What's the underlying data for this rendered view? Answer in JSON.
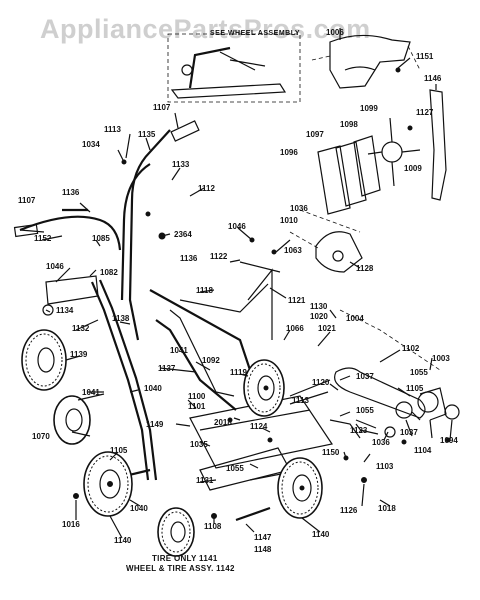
{
  "watermark": "AppliancePartsPros.com",
  "inset_label": "SEE WHEEL ASSEMBLY",
  "caption": {
    "tire_only": "TIRE ONLY 1141",
    "wheel_tire": "WHEEL & TIRE ASSY. 1142"
  },
  "labels": [
    {
      "id": "1006",
      "text": "1006"
    },
    {
      "id": "1151",
      "text": "1151"
    },
    {
      "id": "1146",
      "text": "1146"
    },
    {
      "id": "1107a",
      "text": "1107"
    },
    {
      "id": "1113",
      "text": "1113"
    },
    {
      "id": "1135",
      "text": "1135"
    },
    {
      "id": "1034",
      "text": "1034"
    },
    {
      "id": "1133",
      "text": "1133"
    },
    {
      "id": "1112",
      "text": "1112"
    },
    {
      "id": "1099",
      "text": "1099"
    },
    {
      "id": "1127",
      "text": "1127"
    },
    {
      "id": "1098",
      "text": "1098"
    },
    {
      "id": "1097",
      "text": "1097"
    },
    {
      "id": "1009",
      "text": "1009"
    },
    {
      "id": "1096",
      "text": "1096"
    },
    {
      "id": "1107b",
      "text": "1107"
    },
    {
      "id": "1136a",
      "text": "1136"
    },
    {
      "id": "1036",
      "text": "1036"
    },
    {
      "id": "1010",
      "text": "1010"
    },
    {
      "id": "1152",
      "text": "1152"
    },
    {
      "id": "1085",
      "text": "1085"
    },
    {
      "id": "2364",
      "text": "2364"
    },
    {
      "id": "1046a",
      "text": "1046"
    },
    {
      "id": "1063",
      "text": "1063"
    },
    {
      "id": "1128",
      "text": "1128"
    },
    {
      "id": "1046b",
      "text": "1046"
    },
    {
      "id": "1082",
      "text": "1082"
    },
    {
      "id": "1136b",
      "text": "1136"
    },
    {
      "id": "1122",
      "text": "1122"
    },
    {
      "id": "1118",
      "text": "1118"
    },
    {
      "id": "1134",
      "text": "1134"
    },
    {
      "id": "1121",
      "text": "1121"
    },
    {
      "id": "1130",
      "text": "1130"
    },
    {
      "id": "1020",
      "text": "1020"
    },
    {
      "id": "1004",
      "text": "1004"
    },
    {
      "id": "1138",
      "text": "1138"
    },
    {
      "id": "1132",
      "text": "1132"
    },
    {
      "id": "1066",
      "text": "1066"
    },
    {
      "id": "1021",
      "text": "1021"
    },
    {
      "id": "1041a",
      "text": "1041"
    },
    {
      "id": "1139",
      "text": "1139"
    },
    {
      "id": "1092",
      "text": "1092"
    },
    {
      "id": "1102",
      "text": "1102"
    },
    {
      "id": "1003",
      "text": "1003"
    },
    {
      "id": "1137",
      "text": "1137"
    },
    {
      "id": "1119",
      "text": "1119"
    },
    {
      "id": "1037a",
      "text": "1037"
    },
    {
      "id": "1055a",
      "text": "1055"
    },
    {
      "id": "1041b",
      "text": "1041"
    },
    {
      "id": "1040a",
      "text": "1040"
    },
    {
      "id": "1120",
      "text": "1120"
    },
    {
      "id": "1105a",
      "text": "1105"
    },
    {
      "id": "1100",
      "text": "1100"
    },
    {
      "id": "1101",
      "text": "1101"
    },
    {
      "id": "1113b",
      "text": "1113"
    },
    {
      "id": "1055b",
      "text": "1055"
    },
    {
      "id": "1070",
      "text": "1070"
    },
    {
      "id": "2018",
      "text": "2018"
    },
    {
      "id": "1124",
      "text": "1124"
    },
    {
      "id": "1123",
      "text": "1123"
    },
    {
      "id": "1036b",
      "text": "1036"
    },
    {
      "id": "1037b",
      "text": "1037"
    },
    {
      "id": "1104",
      "text": "1104"
    },
    {
      "id": "1094",
      "text": "1094"
    },
    {
      "id": "1149",
      "text": "1149"
    },
    {
      "id": "1035",
      "text": "1035"
    },
    {
      "id": "1150",
      "text": "1150"
    },
    {
      "id": "1103",
      "text": "1103"
    },
    {
      "id": "1105b",
      "text": "1105"
    },
    {
      "id": "1055c",
      "text": "1055"
    },
    {
      "id": "1131",
      "text": "1131"
    },
    {
      "id": "1040b",
      "text": "1040"
    },
    {
      "id": "1126",
      "text": "1126"
    },
    {
      "id": "1018",
      "text": "1018"
    },
    {
      "id": "1016",
      "text": "1016"
    },
    {
      "id": "1108",
      "text": "1108"
    },
    {
      "id": "1140a",
      "text": "1140"
    },
    {
      "id": "1140b",
      "text": "1140"
    },
    {
      "id": "1147",
      "text": "1147"
    },
    {
      "id": "1148",
      "text": "1148"
    }
  ]
}
